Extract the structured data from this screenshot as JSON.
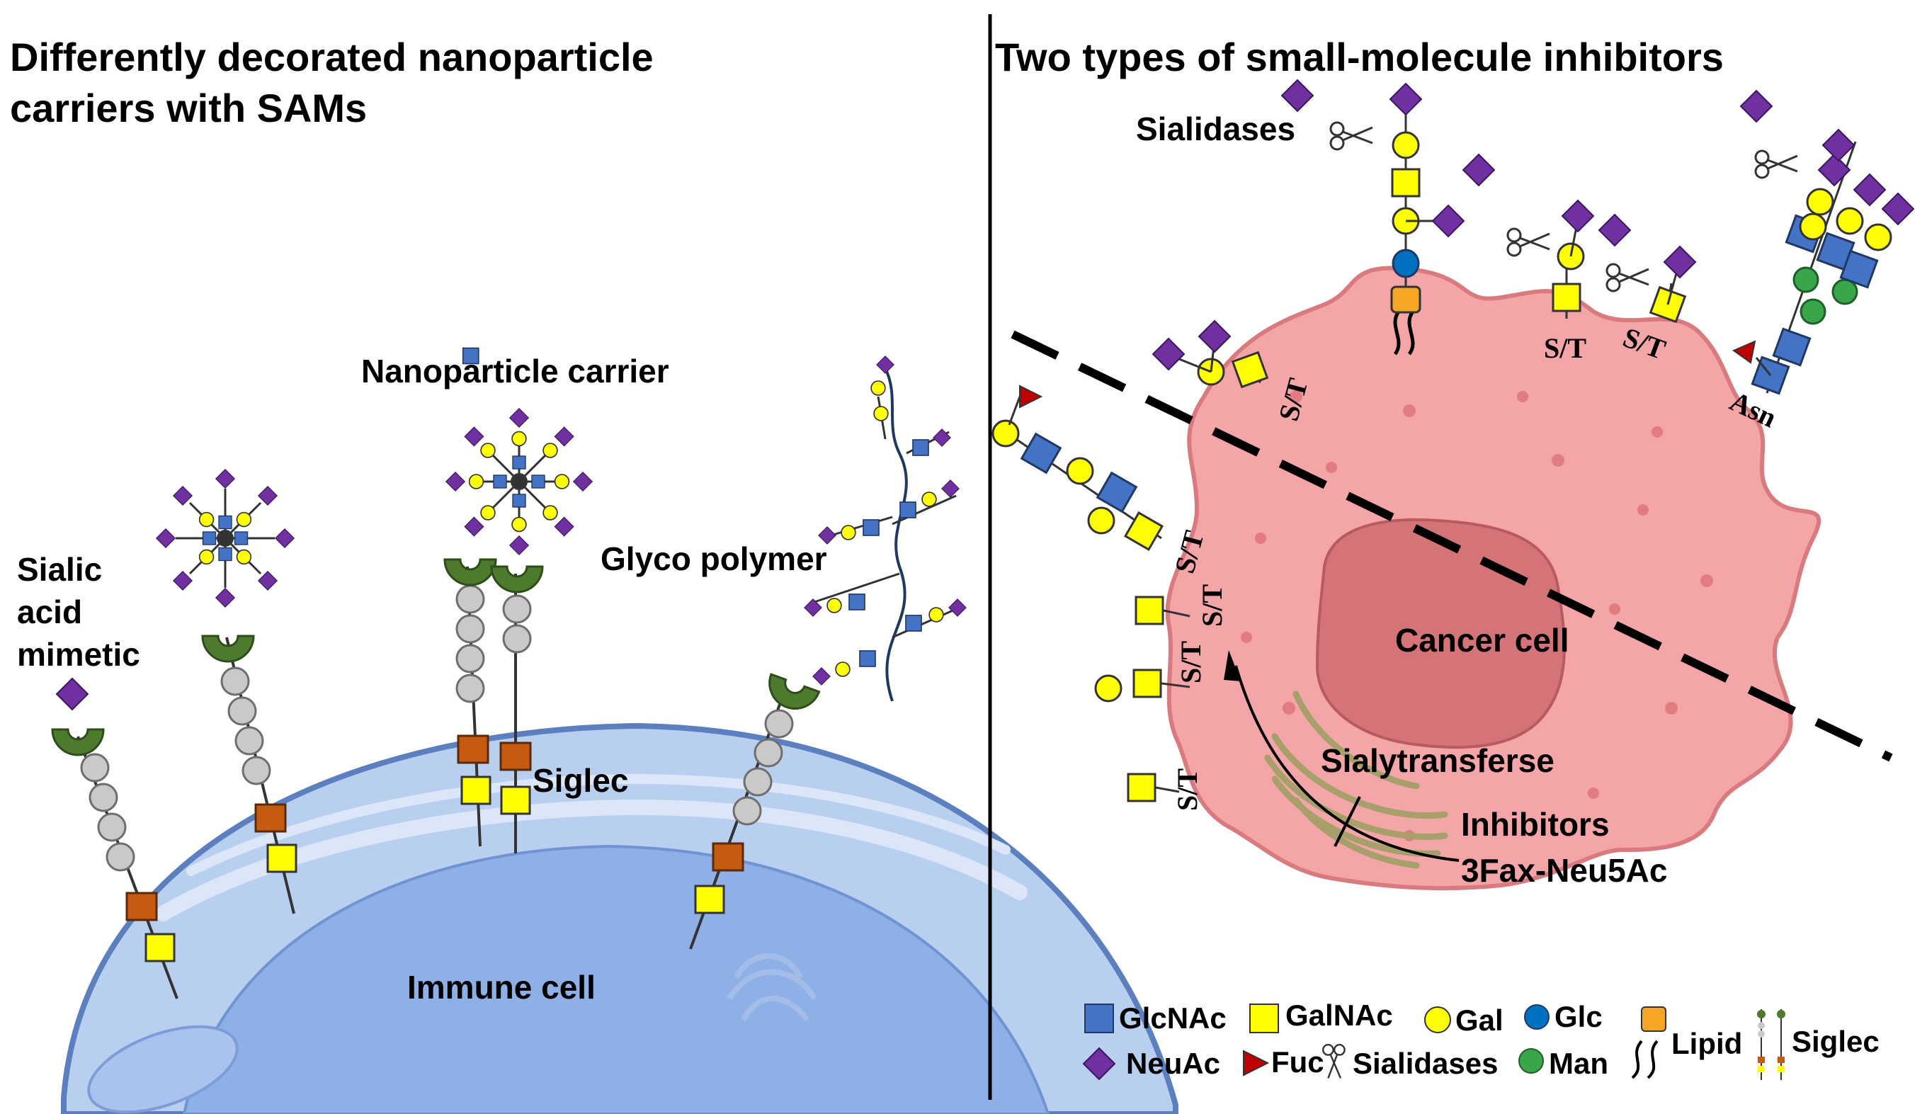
{
  "left_panel": {
    "title_line1": "Differently decorated nanoparticle",
    "title_line2": "carriers with SAMs",
    "mimetic_label_line1": "Sialic",
    "mimetic_label_line2": "acid",
    "mimetic_label_line3": "mimetic",
    "nanoparticle_label": "Nanoparticle carrier",
    "glyco_polymer_label": "Glyco polymer",
    "siglec_label": "Siglec",
    "cell_label": "Immune cell"
  },
  "right_panel": {
    "title": "Two types of small-molecule inhibitors",
    "sialidases_label": "Sialidases",
    "st_label": "S/T",
    "asn_label": "Asn",
    "cell_label": "Cancer cell",
    "sialyltransferase_label": "Sialytransferse",
    "inhibitors_label": "Inhibitors",
    "inhibitor_name": "3Fax-Neu5Ac"
  },
  "legend": {
    "glcnac": "GlcNAc",
    "galnac": "GalNAc",
    "gal": "Gal",
    "glc": "Glc",
    "lipid": "Lipid",
    "siglec": "Siglec",
    "neuac": "NeuAc",
    "fuc": "Fuc",
    "sialidases": "Sialidases",
    "man": "Man"
  },
  "colors": {
    "glcnac": "#4472c4",
    "galnac": "#ffff00",
    "gal": "#ffff00",
    "glc": "#0070c0",
    "man": "#3aa64a",
    "neuac": "#7030a0",
    "fuc": "#c00000",
    "lipid": "#f5a623",
    "immune_cell": "#b9cff0",
    "cancer_cell": "#f4a5a8",
    "nucleus": "#d47478",
    "siglec_head": "#4e7a2e"
  }
}
